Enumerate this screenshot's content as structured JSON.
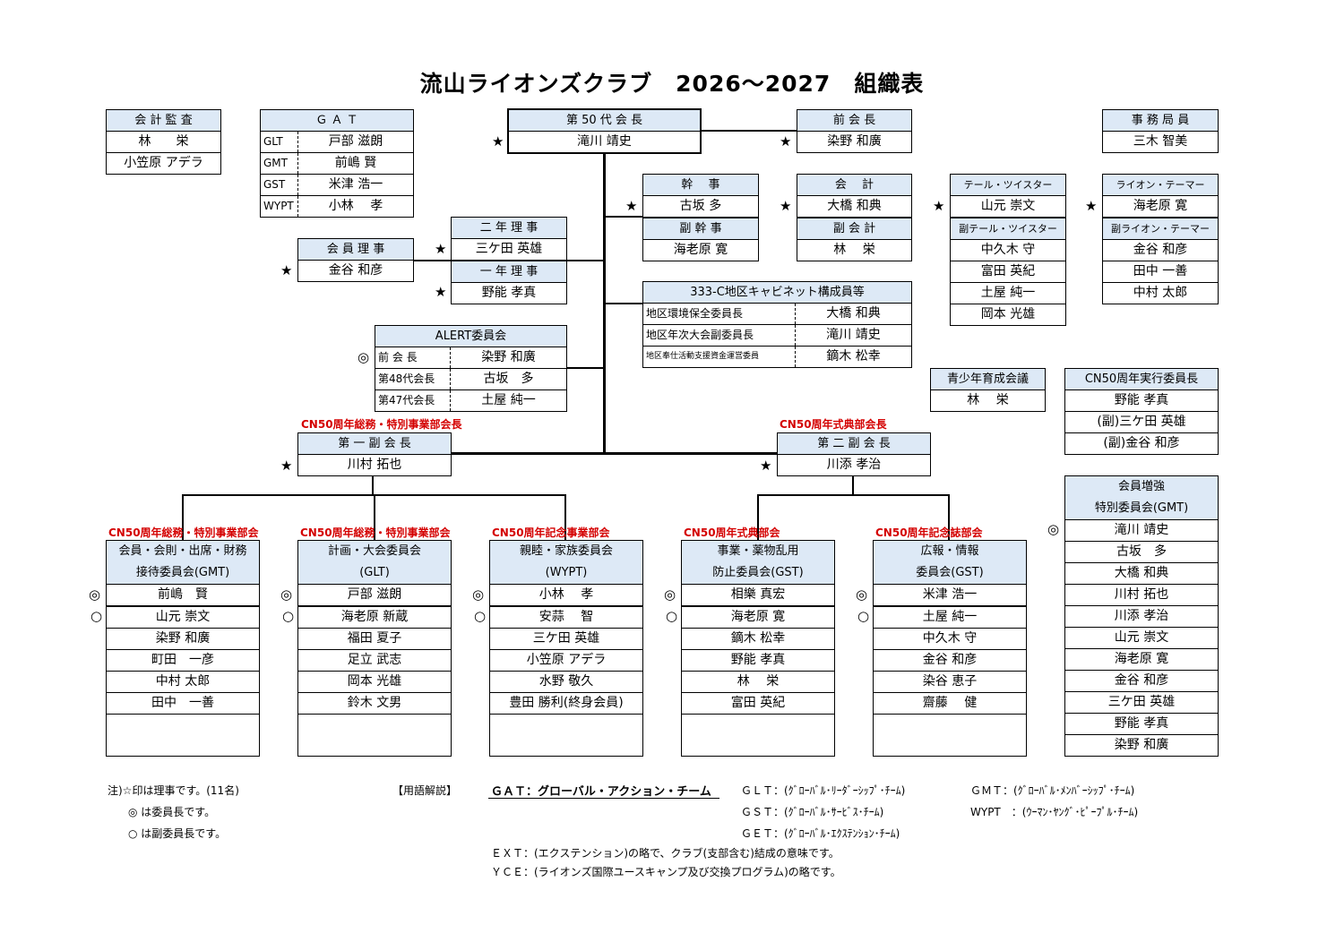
{
  "title": "流山ライオンズクラブ　2026～2027　組織表",
  "audit": {
    "header": "会 計 監 査",
    "members": [
      "林　　栄",
      "小笠原 アデラ"
    ]
  },
  "gat": {
    "header": "Ｇ Ａ Ｔ",
    "rows": [
      {
        "k": "GLT",
        "v": "戸部 滋朗"
      },
      {
        "k": "GMT",
        "v": "前嶋 賢"
      },
      {
        "k": "GST",
        "v": "米津 浩一"
      },
      {
        "k": "WYPT",
        "v": "小林　 孝"
      }
    ]
  },
  "president": {
    "header": "第 50 代 会 長",
    "name": "滝川 靖史"
  },
  "past_president": {
    "header": "前 会 長",
    "name": "染野 和廣"
  },
  "secretary_office": {
    "header": "事 務 局 員",
    "name": "三木 智美"
  },
  "secretary": {
    "header": "幹　 事",
    "name": "古坂 多",
    "sub_header": "副 幹 事",
    "sub_name": "海老原 寛"
  },
  "treasurer": {
    "header": "会　 計",
    "name": "大橋 和典",
    "sub_header": "副 会 計",
    "sub_name": "林　 栄"
  },
  "tail_twister": {
    "header": "テール・ツイスター",
    "name": "山元 崇文",
    "sub_header": "副テール・ツイスター",
    "sub_names": [
      "中久木 守",
      "富田 英紀",
      "土屋 純一",
      "岡本 光雄"
    ]
  },
  "lion_tamer": {
    "header": "ライオン・テーマー",
    "name": "海老原 寛",
    "sub_header": "副ライオン・テーマー",
    "sub_names": [
      "金谷 和彦",
      "田中 一善",
      "中村 太郎"
    ]
  },
  "second_year_director": {
    "header": "二 年 理 事",
    "name": "三ケ田 英雄"
  },
  "first_year_director": {
    "header": "一 年 理 事",
    "name": "野能 孝真"
  },
  "membership_director": {
    "header": "会 員 理 事",
    "name": "金谷 和彦"
  },
  "cabinet": {
    "header": "333-C地区キャビネット構成員等",
    "rows": [
      {
        "k": "地区環境保全委員長",
        "v": "大橋 和典"
      },
      {
        "k": "地区年次大会副委員長",
        "v": "滝川 靖史"
      },
      {
        "k": "地区奉仕活動支援資金運営委員",
        "v": "鏑木 松幸"
      }
    ]
  },
  "alert": {
    "header": "ALERT委員会",
    "rows": [
      {
        "k": "前 会 長",
        "v": "染野 和廣"
      },
      {
        "k": "第48代会長",
        "v": "古坂　多"
      },
      {
        "k": "第47代会長",
        "v": "土屋 純一"
      }
    ]
  },
  "youth": {
    "header": "青少年育成会議",
    "name": "林　 栄"
  },
  "cn50_exec": {
    "header": "CN50周年実行委員長",
    "names": [
      "野能 孝真",
      "(副)三ケ田 英雄",
      "(副)金谷 和彦"
    ]
  },
  "first_vp": {
    "red": "CN50周年総務・特別事業部会長",
    "header": "第 一 副 会 長",
    "name": "川村 拓也"
  },
  "second_vp": {
    "red": "CN50周年式典部会長",
    "header": "第 二 副 会 長",
    "name": "川添 孝治"
  },
  "membership_special": {
    "header1": "会員増強",
    "header2": "特別委員会(GMT)",
    "names": [
      "滝川 靖史",
      "古坂　多",
      "大橋 和典",
      "川村 拓也",
      "川添 孝治",
      "山元 崇文",
      "海老原 寛",
      "金谷 和彦",
      "三ケ田 英雄",
      "野能 孝真",
      "染野 和廣"
    ]
  },
  "committees": [
    {
      "red": "CN50周年総務・特別事業部会",
      "h1": "会員・会則・出席・財務",
      "h2": "接待委員会(GMT)",
      "members": [
        "前嶋　賢",
        "山元 崇文",
        "染野 和廣",
        "町田　一彦",
        "中村 太郎",
        "田中　一善"
      ]
    },
    {
      "red": "CN50周年総務・特別事業部会",
      "h1": "計画・大会委員会",
      "h2": "(GLT)",
      "members": [
        "戸部 滋朗",
        "海老原 新蔵",
        "福田 夏子",
        "足立 武志",
        "岡本 光雄",
        "鈴木 文男"
      ]
    },
    {
      "red": "CN50周年記念事業部会",
      "h1": "親睦・家族委員会",
      "h2": "(WYPT)",
      "members": [
        "小林　 孝",
        "安蒜　 智",
        "三ケ田 英雄",
        "小笠原 アデラ",
        "水野 敬久",
        "豊田 勝利(終身会員)"
      ]
    },
    {
      "red": "CN50周年式典部会",
      "h1": "事業・薬物乱用",
      "h2": "防止委員会(GST)",
      "members": [
        "相樂 真宏",
        "海老原 寛",
        "鏑木 松幸",
        "野能 孝真",
        "林　 栄",
        "富田 英紀"
      ]
    },
    {
      "red": "CN50周年記念誌部会",
      "h1": "広報・情報",
      "h2": "委員会(GST)",
      "members": [
        "米津 浩一",
        "土屋 純一",
        "中久木 守",
        "金谷 和彦",
        "染谷 恵子",
        "齋藤　 健"
      ]
    }
  ],
  "marks": {
    "star": "★",
    "chair": "◎",
    "vice": "○"
  },
  "notes": {
    "n1": "注)☆印は理事です。(11名)",
    "n2": "◎ は委員長です。",
    "n3": "○ は副委員長です。",
    "glossary": "【用語解説】",
    "gat": "ＧＡＴ：グローバル・アクション・チーム",
    "glt": "ＧＬＴ：(ｸﾞﾛｰﾊﾞﾙ･ﾘｰﾀﾞｰｼｯﾌﾟ･ﾁｰﾑ)",
    "gst": "ＧＳＴ：(ｸﾞﾛｰﾊﾞﾙ･ｻｰﾋﾞｽ･ﾁｰﾑ)",
    "get": "ＧＥＴ：(ｸﾞﾛｰﾊﾞﾙ･ｴｸｽﾃﾝｼｮﾝ･ﾁｰﾑ)",
    "gmt": "ＧＭＴ：(ｸﾞﾛｰﾊﾞﾙ･ﾒﾝﾊﾞｰｼｯﾌﾟ･ﾁｰﾑ)",
    "wypt": "WYPT　：(ｳｰﾏﾝ･ﾔﾝｸﾞ･ﾋﾟｰﾌﾟﾙ･ﾁｰﾑ)",
    "ext": "ＥＸＴ：(エクステンション)の略で、クラブ(支部含む)結成の意味です。",
    "yce": "ＹＣＥ：(ライオンズ国際ユースキャンプ及び交換プログラム)の略です。"
  }
}
